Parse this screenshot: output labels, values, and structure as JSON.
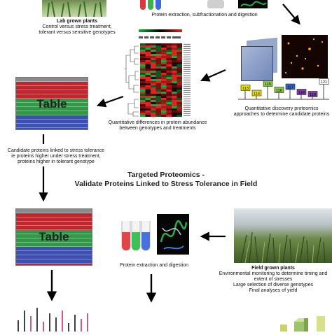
{
  "top": {
    "lab_caption": [
      "Lab grown plants",
      "Control versus stress treatment,",
      "tolerant versus sensitive genotypes"
    ],
    "extraction_caption": "Protein extraction, subfractionation and digestion"
  },
  "heatmap": {
    "caption": [
      "Quantitative differences in protein abundance",
      "between genotypes and treatments"
    ]
  },
  "discovery": {
    "tags": [
      "113",
      "114",
      "115",
      "116",
      "117",
      "118",
      "119",
      "121"
    ],
    "caption": [
      "Quantitative discovery proteomics",
      "approaches to determine candidate proteins"
    ]
  },
  "table1": {
    "label": "Table",
    "caption": [
      "Candidate proteins linked to stress tolerance",
      "ie proteins higher under stress treatment,",
      "proteins higher in tolerant genotype"
    ]
  },
  "section_heading": [
    "Targeted Proteomics -",
    "Validate Proteins Linked to Stress Tolerance in Field"
  ],
  "table2": {
    "label": "Table"
  },
  "extraction2": {
    "caption": "Protein extraction and digestion"
  },
  "field": {
    "caption": [
      "Field grown plants",
      "Environmental monitoring to determine timing and",
      "extent of stresses",
      "Large selection of diverse genotypes",
      "Final analyses of yield"
    ]
  },
  "colors": {
    "red": "#c8232b",
    "green": "#2e9a45",
    "blue": "#3b4fb8",
    "tag_yellow": "#e8e000",
    "tag_green": "#8bc63f",
    "tag_blue": "#3a63c4",
    "tag_purple": "#7a3fa0"
  }
}
